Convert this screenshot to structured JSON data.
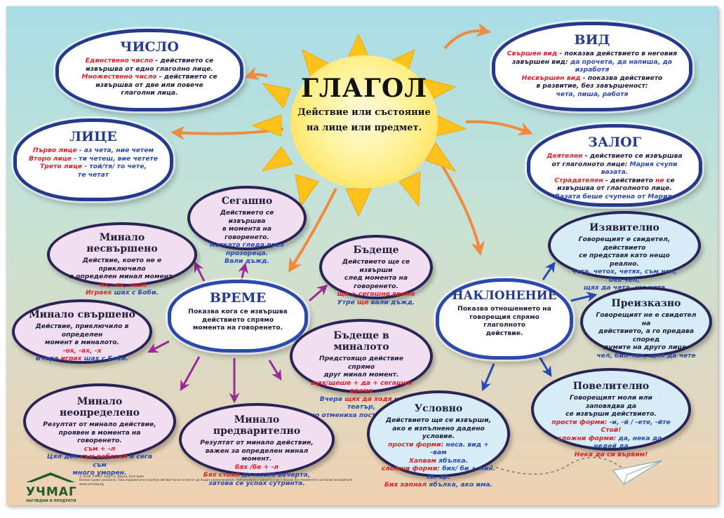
{
  "sun": {
    "title": "ГЛАГОЛ",
    "subtitle_1": "Действие или състояние",
    "subtitle_2": "на лице или предмет."
  },
  "chislo": {
    "title": "ЧИСЛО",
    "l1a": "Единствено число",
    "l1b": " - действието се",
    "l2": "извършва от едно глаголно лице.",
    "l3a": "Множествено число",
    "l3b": " - действието се",
    "l4": "извършва от две или повече",
    "l5": "глаголни лица."
  },
  "litse": {
    "title": "ЛИЦЕ",
    "l1a": "Първо лице",
    "l1b": " - аз чета, ние четем",
    "l2a": "Второ лице",
    "l2b": " - ти четеш, вие четете",
    "l3a": "Трето лице",
    "l3b": " - той/тя/ то чете,",
    "l4": "те четат"
  },
  "vid": {
    "title": "ВИД",
    "l1a": "Свършен вид",
    "l1b": " - показва действието в неговия",
    "l2a": "завършен  вид: ",
    "l2b": "да прочета, да напиша, да изработя",
    "l3a": "Несвършен вид",
    "l3b": " - показва действието",
    "l4": "в развитие, без завършеност:",
    "l5": "чета, пиша, работя"
  },
  "zalog": {
    "title": "ЗАЛОГ",
    "l1a": "Деятелен",
    "l1b": " - действието се извършва",
    "l2a": "от глаголното лице: ",
    "l2b": "Мария счупи вазата.",
    "l3a": "Страдателен",
    "l3b": " - действието ",
    "l3c": "не",
    "l3d": " се",
    "l4": "извършва от глаголното лице.",
    "l5": "Вазата беше счупена от Мария."
  },
  "vreme": {
    "title": "ВРЕМЕ",
    "l1": "Показва кога се извършва",
    "l2": "действието  спрямо",
    "l3": "момента на говоренето."
  },
  "sega": {
    "title": "Сегашно",
    "l1": "Действието  се извършва",
    "l2": "в момента на говоренето.",
    "l3": "Котката гледа през прозореца.",
    "l4": "Вали дъжд."
  },
  "min_nesv": {
    "title": "Минало несвършено",
    "l1": "Действие, което не е приключило",
    "l2": "в определен минал момент.",
    "l3": "-ех, -ях, -еше",
    "l4a": "Играех",
    "l4b": " шах с Боби."
  },
  "badeshte": {
    "title": "Бъдеще",
    "l1": "Действието ще се извърши",
    "l2": "след момента на говоренето.",
    "l3": "ще + сегашно време",
    "l4a": "Утре ",
    "l4b": "ще",
    "l4c": " вали дъжд."
  },
  "min_sv": {
    "title": "Минало свършено",
    "l1": "Действие, приключило в определен",
    "l2": "момент в миналото.",
    "l3": "-ох, -ах, -х",
    "l4a": "Вчера ",
    "l4b": "играх",
    "l4c": " шах с Боби."
  },
  "bad_min": {
    "title": "Бъдеще в миналото",
    "l1": "Предстоящо действие спрямо",
    "l2": "друг минал момент.",
    "l3": "щях/щеше + да + сегашно време",
    "l4a": "Вчера ",
    "l4b": "щях да ходя",
    "l4c": " на театър,",
    "l5": "но отмениха постановката."
  },
  "min_neopr": {
    "title": "Минало неопределено",
    "l1": "Резултат от минало действие,",
    "l2": "проявен в момента на говоренето.",
    "l3": "съм + -л",
    "l4a": "Цял ден ",
    "l4b": "съм работил",
    "l4c": " и сега съм",
    "l5": "много уморен."
  },
  "min_predv": {
    "title": "Минало  предварително",
    "l1": "Резултат от  минало действие,",
    "l2": "важен за определен минал момент.",
    "l3": "бях /бе + -л",
    "l4a": "Бях стоял",
    "l4b": " до късно  вечерта,",
    "l5": "затова се успах сутринта."
  },
  "naklon": {
    "title": "НАКЛОНЕНИЕ",
    "l1": "Показва отношението на",
    "l2": "говорещия спрямо глаголното",
    "l3": "действие."
  },
  "izyav": {
    "title": "Изявително",
    "l1": "Говорещият е свидетел, действието",
    "l2": "се представя като нещо реално.",
    "l3": "чета, четох, четях, съм чел, бях чел,",
    "l4": "щях да чета, ще чета"
  },
  "preizk": {
    "title": "Преизказно",
    "l1": "Говорещият не е свидетел на",
    "l2": "действието, а го предава според",
    "l3": "думите на друго лице.",
    "l4": "чел, бил чел, щял да чете"
  },
  "povel": {
    "title": "Повелително",
    "l1": "Говорещият моли или заповядва да",
    "l2": "се извърши действието.",
    "l3a": "прости форми: ",
    "l3b": "-и, -й / -ете, -йте",
    "l4": "Стой!",
    "l5a": "сложни форми: ",
    "l5b": "да, нека да, недей да",
    "l6": "Нека да си вървим!"
  },
  "uslovno": {
    "title": "Условно",
    "l1": "Действието ще се извърши,",
    "l2": "ако е изпълнено дадено условие.",
    "l3a": "прости форми: ",
    "l3b": "неса. вид + -вам",
    "l4a": "Хапвам",
    "l4b": " ябълка.",
    "l5a": "сложни форми: ",
    "l5b": "бих/ би + мин. св. вр.",
    "l6a": "Бих хапнал",
    "l6b": " ябълка, ако има."
  },
  "footer": {
    "logo": "УЧМАГ",
    "logo_sub": "НАГЛЕДНИ И ПРОДУКТИ",
    "fine_1": "© 2018, УЧМАГ ООД, гр. Варна, България",
    "fine_2": "Всички права запазени. Това издание или отделни негови части не могат да бъдат размножавани, публикувани в каквато и да е форма без писменото съгласие на издателя.",
    "fine_3": "www.uchmag.bg"
  },
  "colors": {
    "navy": "#253a8c",
    "red": "#e0202a",
    "orange_arrow": "#f08a3c",
    "purple_fill": "#f1dff1",
    "blue_fill": "#d6ecf7"
  }
}
